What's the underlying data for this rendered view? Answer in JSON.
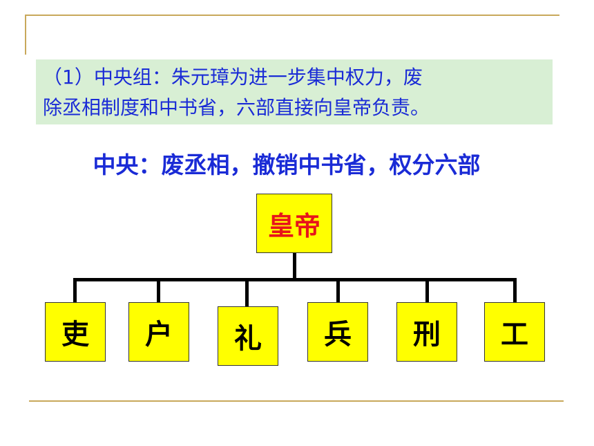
{
  "intro": {
    "line1": "（1）中央组：朱元璋为进一步集中权力，废",
    "line2": "除丞相制度和中书省，六部直接向皇帝负责。"
  },
  "subtitle": "中央：废丞相，撤销中书省，权分六部",
  "org": {
    "root": "皇帝",
    "departments": [
      "吏",
      "户",
      "礼",
      "兵",
      "刑",
      "工"
    ]
  },
  "colors": {
    "text_blue": "#1a2bd6",
    "intro_bg": "#d8efd4",
    "box_fill": "#ffff00",
    "root_text": "#e8141b",
    "deco_line": "#c8a85a"
  }
}
